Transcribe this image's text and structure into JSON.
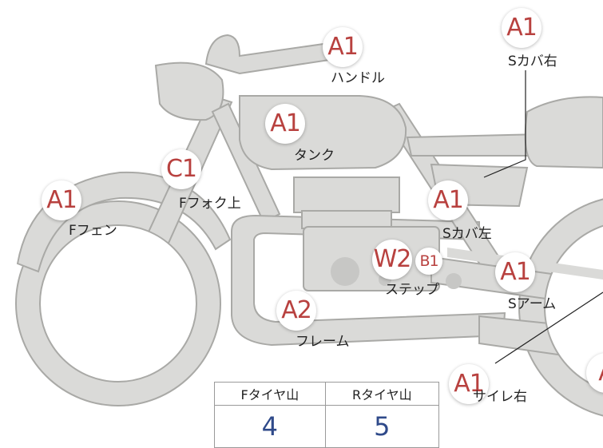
{
  "colors": {
    "body": "#dadad8",
    "outline": "#a9a9a6",
    "badge_text": "#b8413f",
    "value_text": "#2f4a8a"
  },
  "parts": [
    {
      "code": "A1",
      "label": "ハンドル"
    },
    {
      "code": "A1",
      "label": "Sカバ右"
    },
    {
      "code": "A1",
      "label": "タンク"
    },
    {
      "code": "C1",
      "label": "Fフォク上"
    },
    {
      "code": "A1",
      "label": "Fフェン"
    },
    {
      "code": "A1",
      "label": "Sカバ左"
    },
    {
      "code": "W2",
      "label": "ステップ"
    },
    {
      "code": "B1",
      "label": ""
    },
    {
      "code": "A1",
      "label": "Sアーム"
    },
    {
      "code": "A2",
      "label": "フレーム"
    },
    {
      "code": "A1",
      "label": "サイレ右"
    },
    {
      "code": "A",
      "label": ""
    }
  ],
  "tire_table": {
    "headers": [
      "Fタイヤ山",
      "Rタイヤ山"
    ],
    "values": [
      "4",
      "5"
    ]
  }
}
